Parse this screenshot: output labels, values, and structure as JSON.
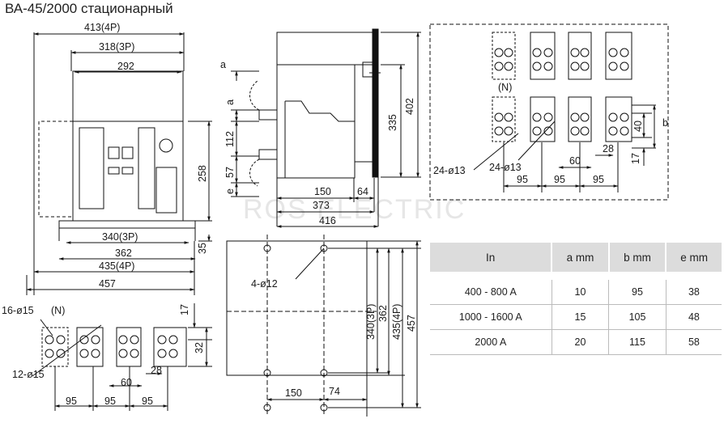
{
  "title": "ВА-45/2000 стационарный",
  "watermark": "ROS  ELECTRIC",
  "front_view": {
    "dims": [
      "413(4P)",
      "318(3P)",
      "292",
      "258",
      "340(3P)",
      "362",
      "435(4P)",
      "457",
      "35"
    ]
  },
  "side_view": {
    "dims": [
      "a",
      "a",
      "112",
      "57",
      "e",
      "150",
      "64",
      "373",
      "416",
      "335",
      "402"
    ]
  },
  "terminal_top": {
    "labels": [
      "(N)",
      "24-ø13",
      "24-ø13",
      "95",
      "95",
      "95",
      "60",
      "28",
      "40",
      "b",
      "17"
    ]
  },
  "terminal_bottom": {
    "labels": [
      "16-ø15",
      "(N)",
      "12-ø15",
      "17",
      "32",
      "28",
      "60",
      "95",
      "95",
      "95"
    ]
  },
  "mount_view": {
    "labels": [
      "4-ø12",
      "340(3P)",
      "362",
      "435(4P)",
      "457",
      "150",
      "74"
    ]
  },
  "table": {
    "headers": [
      "In",
      "a mm",
      "b mm",
      "e mm"
    ],
    "rows": [
      [
        "400 - 800 A",
        "10",
        "95",
        "38"
      ],
      [
        "1000 - 1600 A",
        "15",
        "105",
        "48"
      ],
      [
        "2000 A",
        "20",
        "115",
        "58"
      ]
    ]
  }
}
